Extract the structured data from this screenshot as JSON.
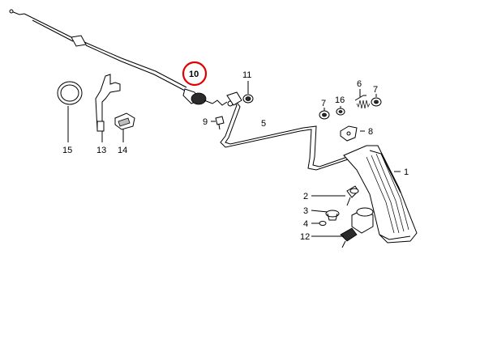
{
  "colors": {
    "line": "#000000",
    "background": "#ffffff",
    "highlight_circle": "#e00000"
  },
  "highlighted_part": "10",
  "labels": {
    "p1": "1",
    "p2": "2",
    "p3": "3",
    "p4": "4",
    "p5": "5",
    "p6": "6",
    "p7a": "7",
    "p7b": "7",
    "p8": "8",
    "p9": "9",
    "p10": "10",
    "p11": "11",
    "p12": "12",
    "p13": "13",
    "p14": "14",
    "p15": "15",
    "p16": "16"
  }
}
